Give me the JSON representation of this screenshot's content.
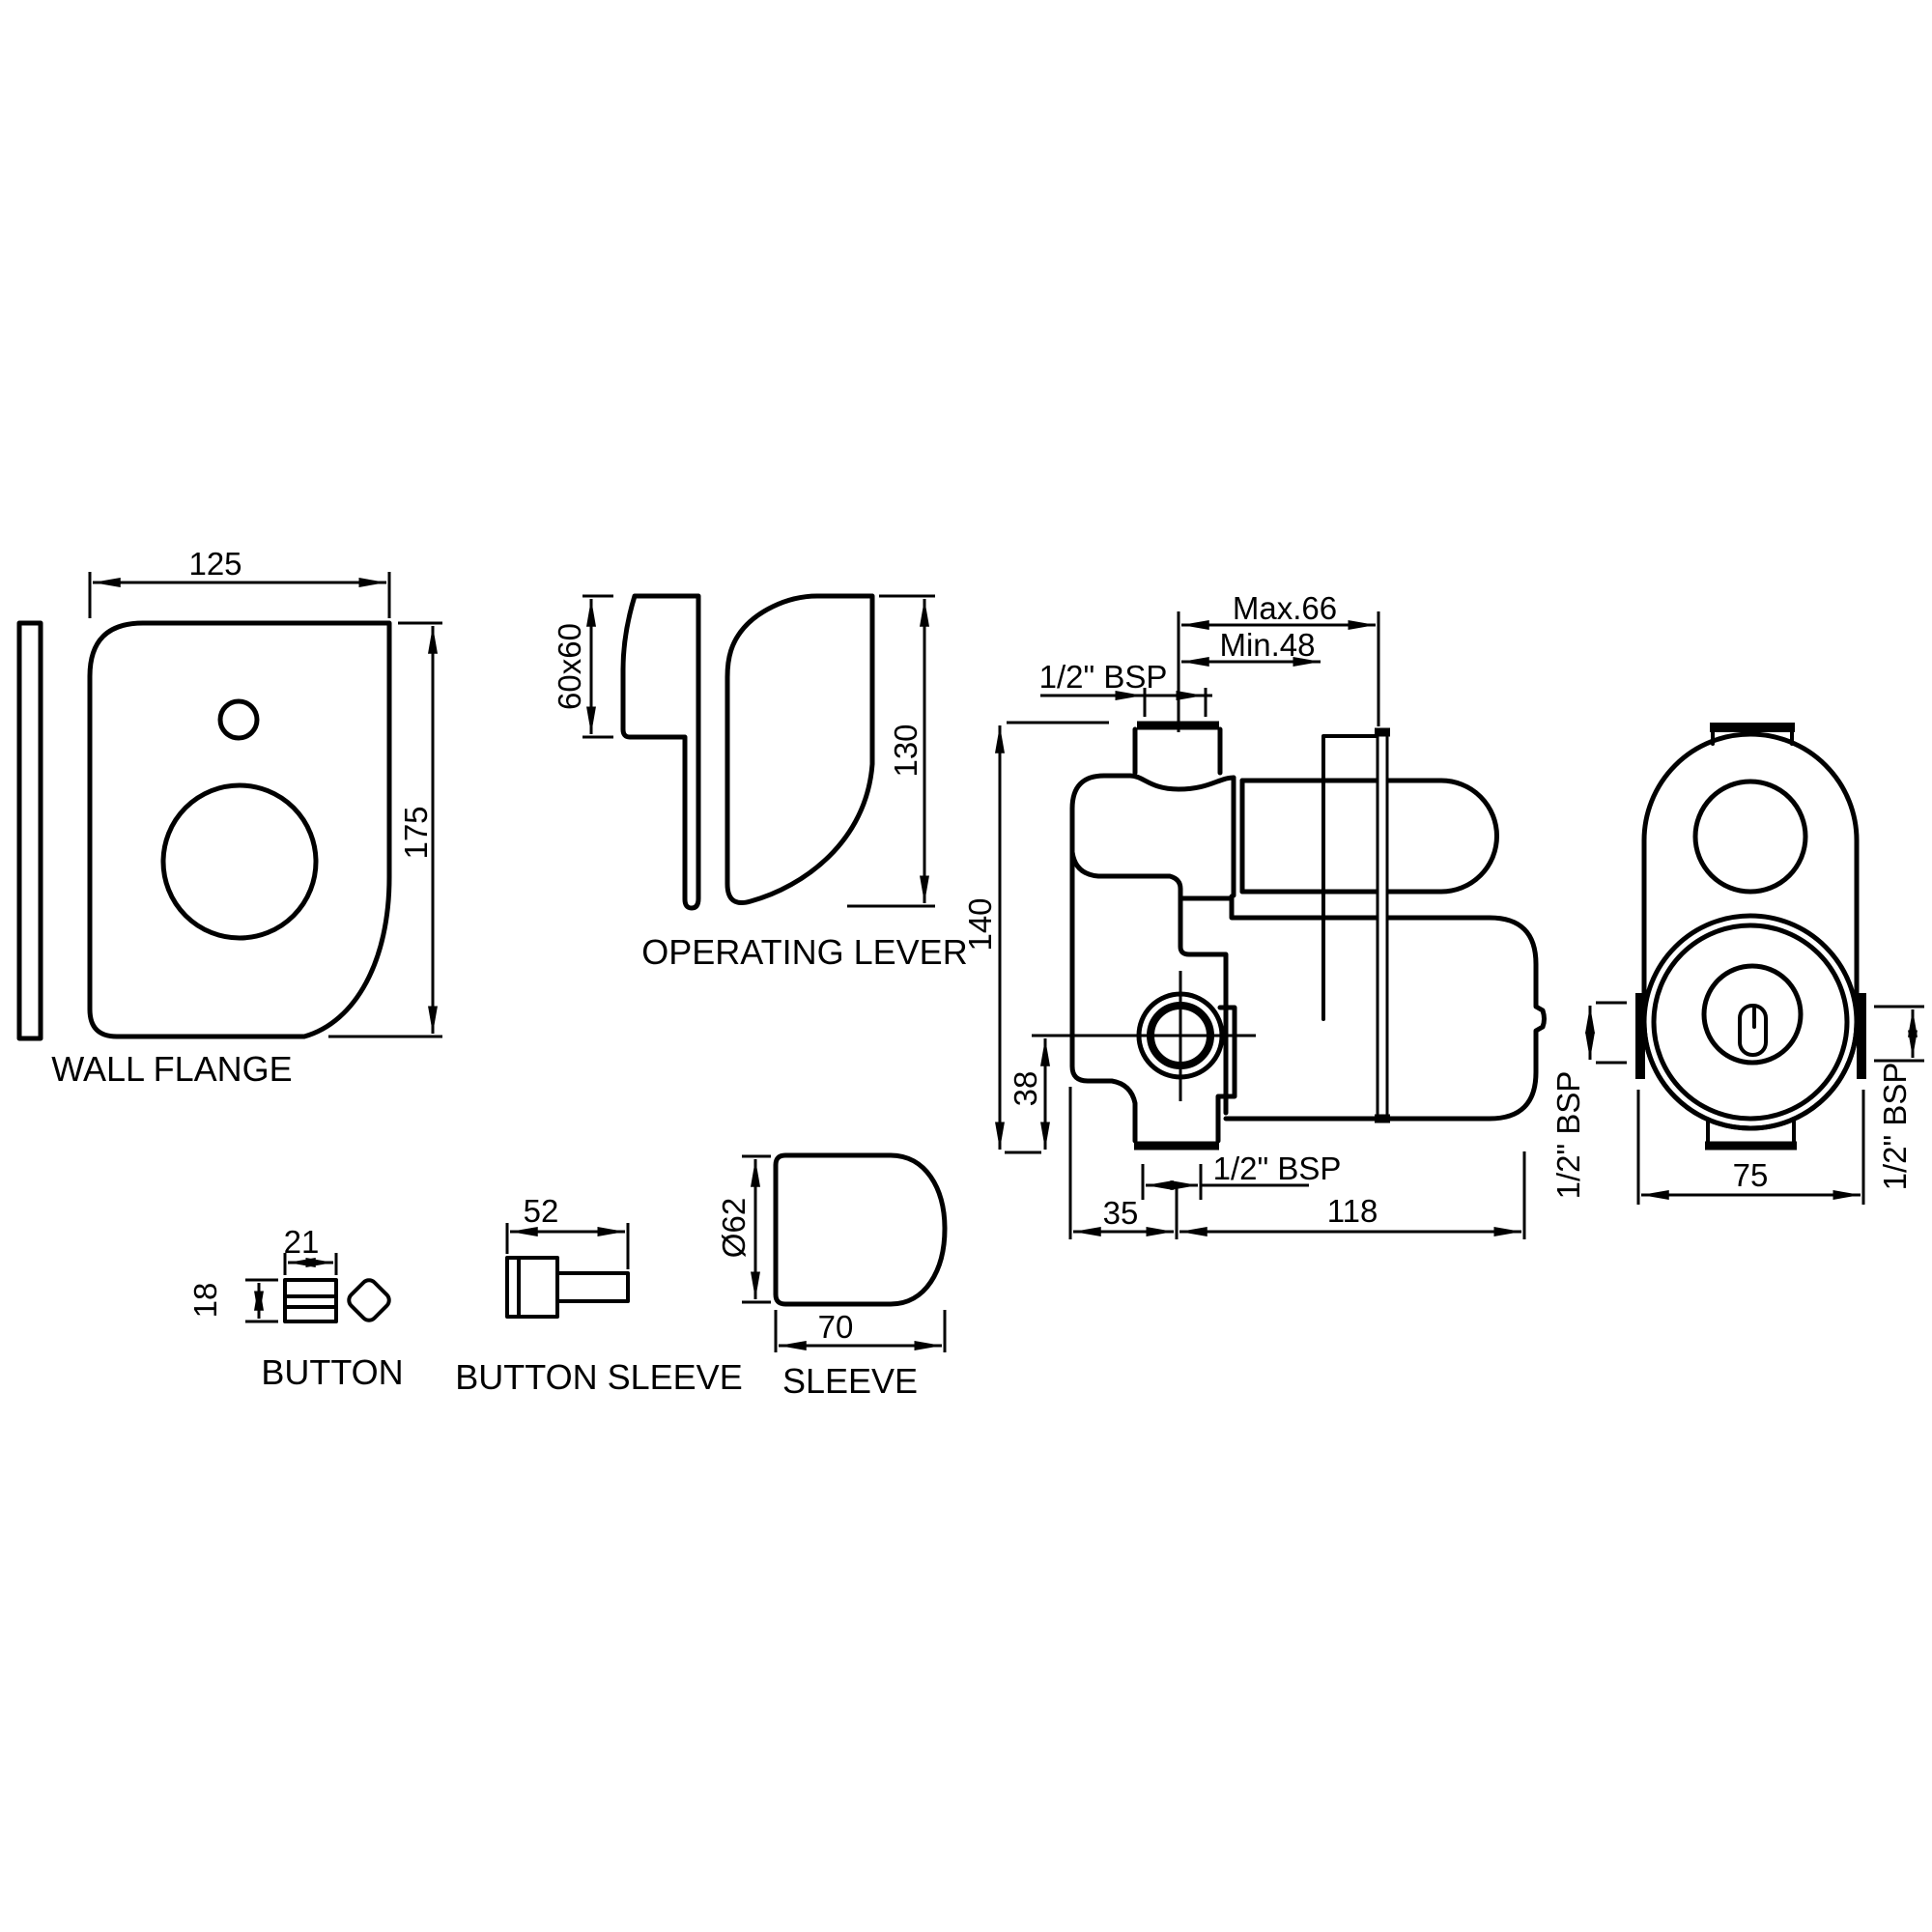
{
  "drawing": {
    "parts": {
      "wall_flange": {
        "label": "WALL FLANGE",
        "width": "125",
        "height": "175"
      },
      "operating_lever": {
        "label": "OPERATING LEVER",
        "section": "60x60",
        "height": "130"
      },
      "button": {
        "label": "BUTTON",
        "width": "21",
        "height": "18"
      },
      "button_sleeve": {
        "label": "BUTTON SLEEVE",
        "length": "52"
      },
      "sleeve": {
        "label": "SLEEVE",
        "diameter": "Ø62",
        "length": "70"
      },
      "valve_front": {
        "height": "140",
        "inlet_center_offset": "38",
        "depth_max": "Max.66",
        "depth_min": "Min.48",
        "top_port": "1/2\" BSP",
        "bottom_port": "1/2\" BSP",
        "inlet_offset": "35",
        "length": "118",
        "back_port": "1/2\" BSP"
      },
      "valve_side": {
        "width": "75",
        "back_port": "1/2\" BSP"
      }
    },
    "colors": {
      "line": "#000000",
      "background": "#ffffff"
    }
  }
}
